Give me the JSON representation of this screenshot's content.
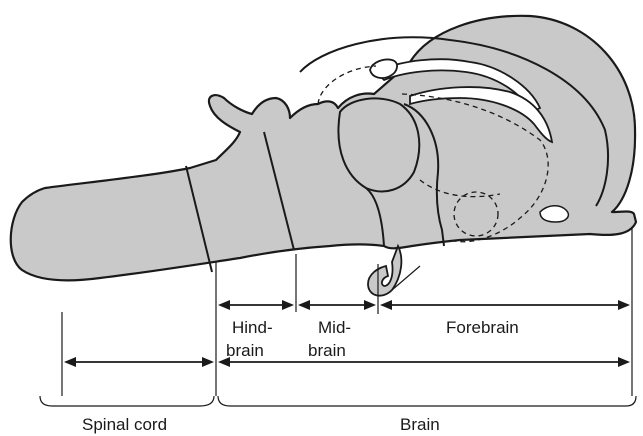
{
  "labels": {
    "hindbrain_line1": "Hind-",
    "hindbrain_line2": "brain",
    "midbrain_line1": "Mid-",
    "midbrain_line2": "brain",
    "forebrain": "Forebrain",
    "spinal_cord": "Spinal cord",
    "brain": "Brain"
  }
}
